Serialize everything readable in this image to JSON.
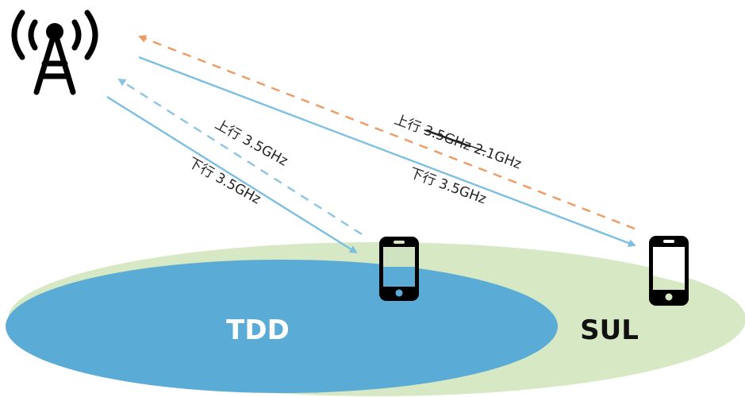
{
  "diagram": {
    "colors": {
      "tdd_zone": "#5aabd6",
      "sul_zone": "#d6e9c4",
      "downlink_line": "#7dbfe2",
      "uplink_tdd_line": "#8cc4e2",
      "uplink_sul_line": "#ee9a62",
      "icon": "#000000",
      "text": "#222222"
    },
    "zones": [
      {
        "id": "tdd",
        "label": "TDD",
        "label_color": "#ffffff"
      },
      {
        "id": "sul",
        "label": "SUL",
        "label_color": "#111111"
      }
    ],
    "links": {
      "tdd_uplink": {
        "prefix": "上行",
        "freq": "3.5GHz"
      },
      "tdd_downlink": {
        "prefix": "下行",
        "freq": "3.5GHz"
      },
      "sul_uplink": {
        "prefix": "上行",
        "freq_struck": "3.5GHz",
        "freq": "2.1GHz"
      },
      "sul_downlink": {
        "prefix": "下行",
        "freq": "3.5GHz"
      }
    },
    "icons": {
      "base_station": "antenna-tower-icon",
      "device_tdd": "smartphone-icon",
      "device_sul": "smartphone-icon"
    }
  }
}
